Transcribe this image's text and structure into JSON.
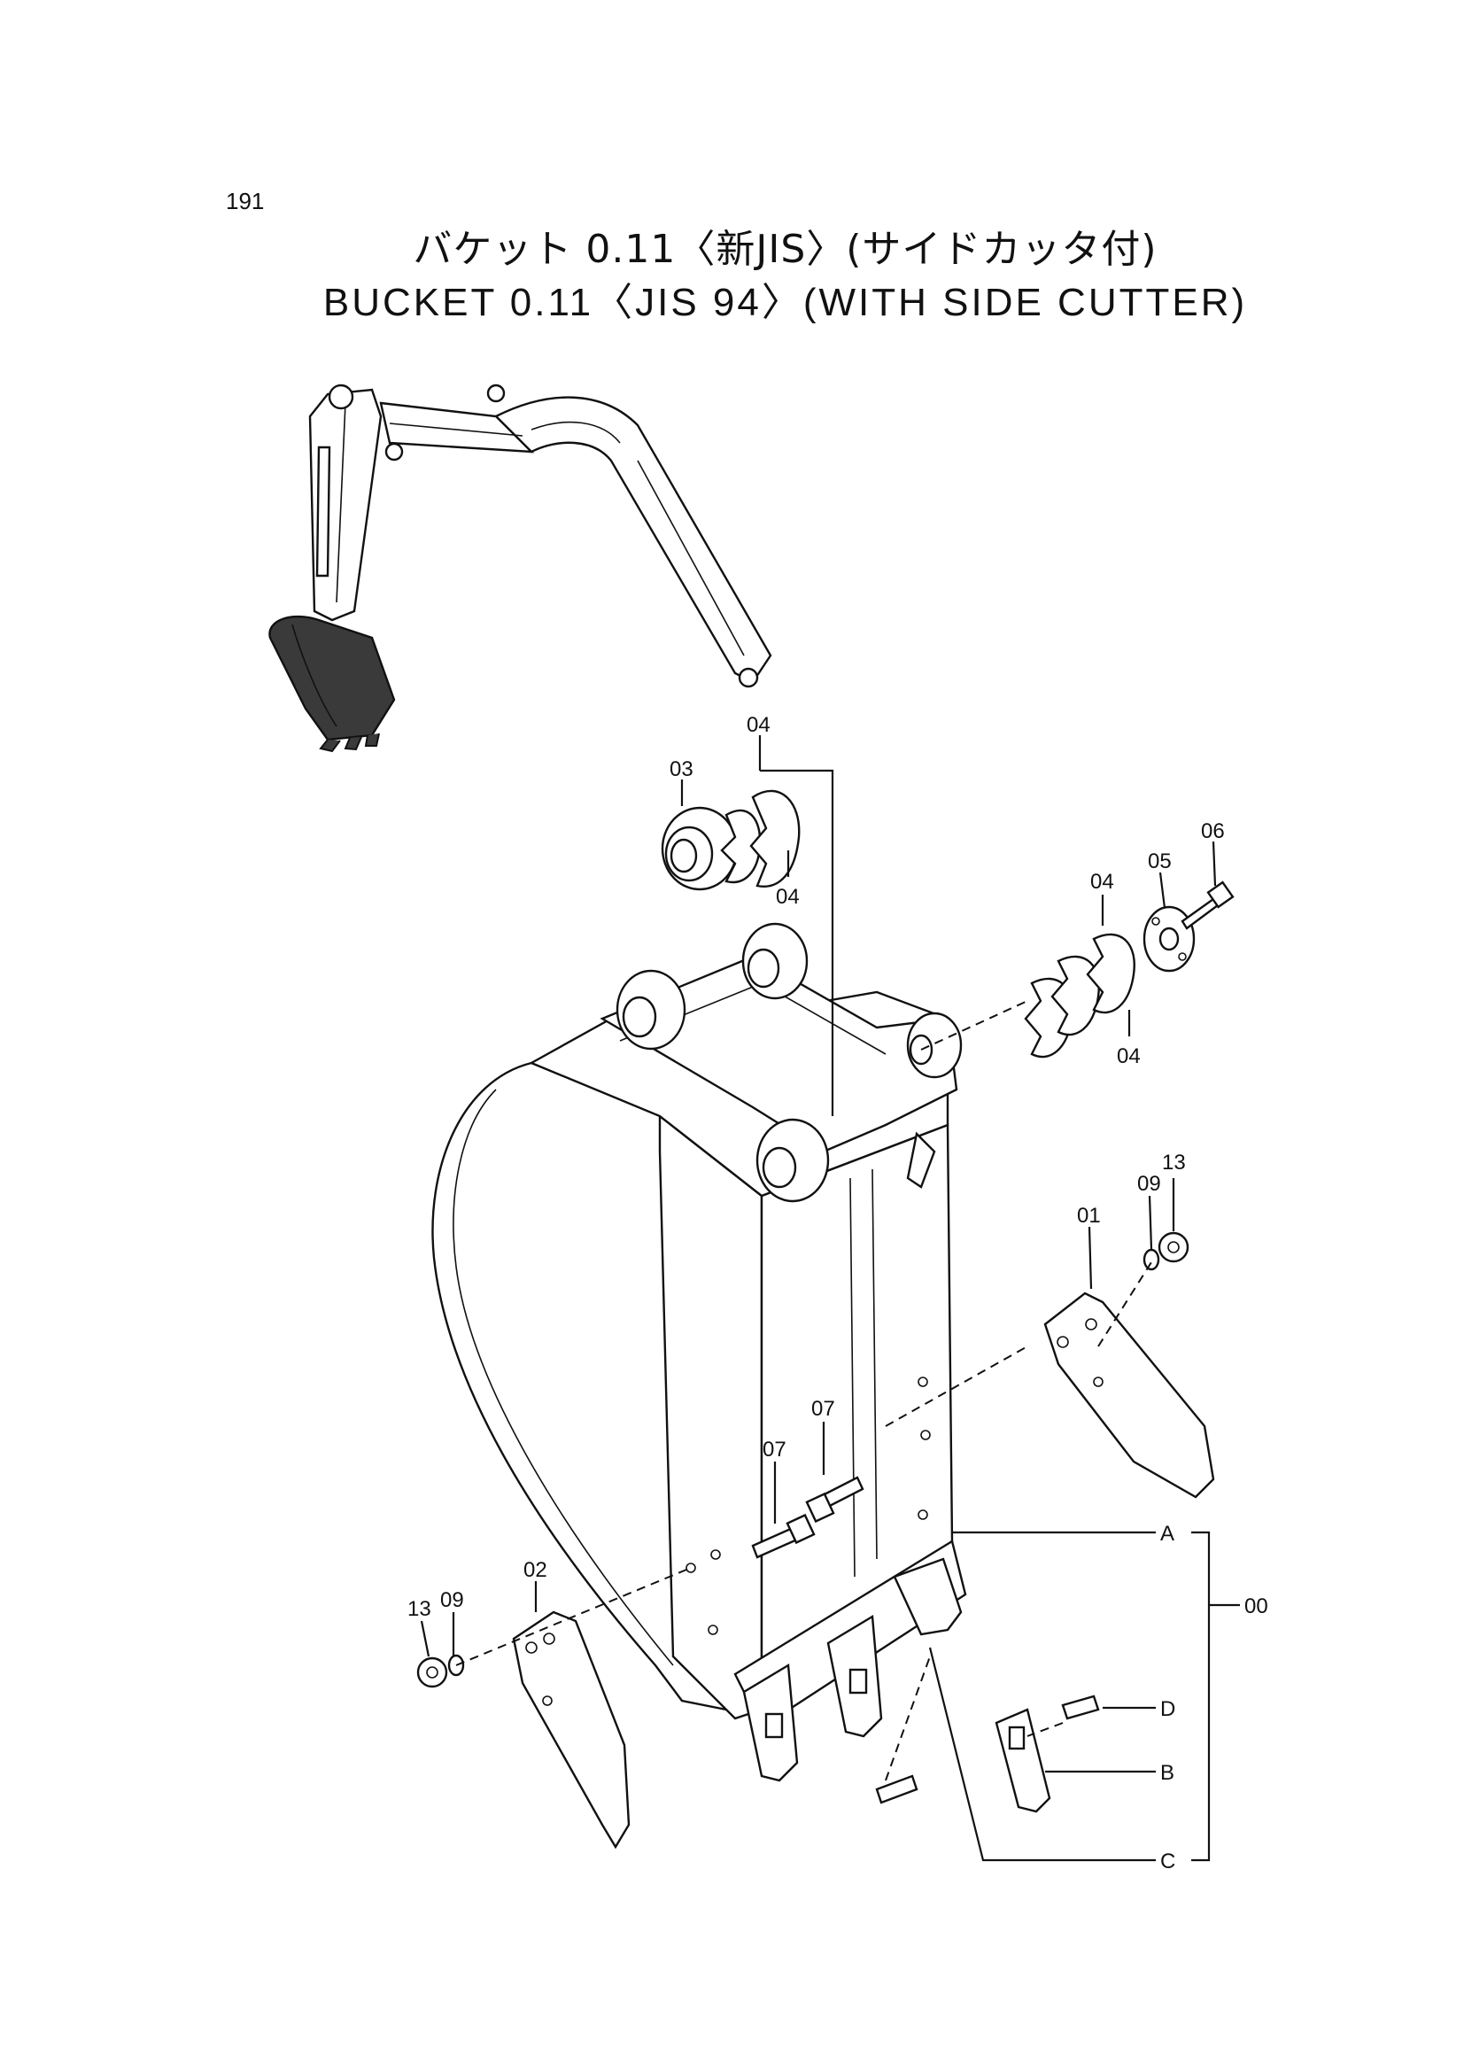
{
  "page_number": "191",
  "title_jp": "バケット 0.11〈新JIS〉(サイドカッタ付)",
  "title_en": "BUCKET 0.11〈JIS 94〉(WITH SIDE CUTTER)",
  "callouts": {
    "c04a": "04",
    "c03": "03",
    "c04b": "04",
    "c04c": "04",
    "c05": "05",
    "c06": "06",
    "c04d": "04",
    "c13a": "13",
    "c09a": "09",
    "c01": "01",
    "c07a": "07",
    "c07b": "07",
    "c02": "02",
    "c13b": "13",
    "c09b": "09",
    "cA": "A",
    "cB": "B",
    "cC": "C",
    "cD": "D",
    "c00": "00"
  }
}
